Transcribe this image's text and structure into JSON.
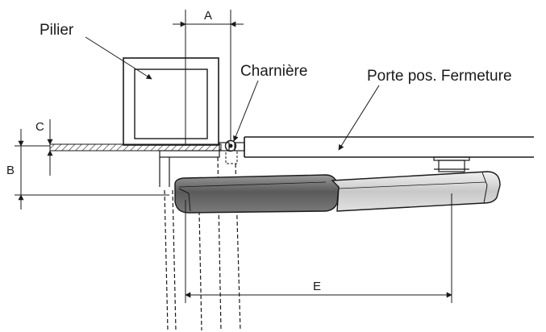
{
  "labels": {
    "pillar": "Pilier",
    "hinge": "Charnière",
    "gate": "Porte pos. Fermeture"
  },
  "dimensions": {
    "a": "A",
    "b": "B",
    "c": "C",
    "e": "E"
  },
  "colors": {
    "line": "#1a1a1a",
    "motor_body_dark": "#6e6e6e",
    "motor_tube_light": "#cfcfcf",
    "hatch": "#1a1a1a"
  }
}
